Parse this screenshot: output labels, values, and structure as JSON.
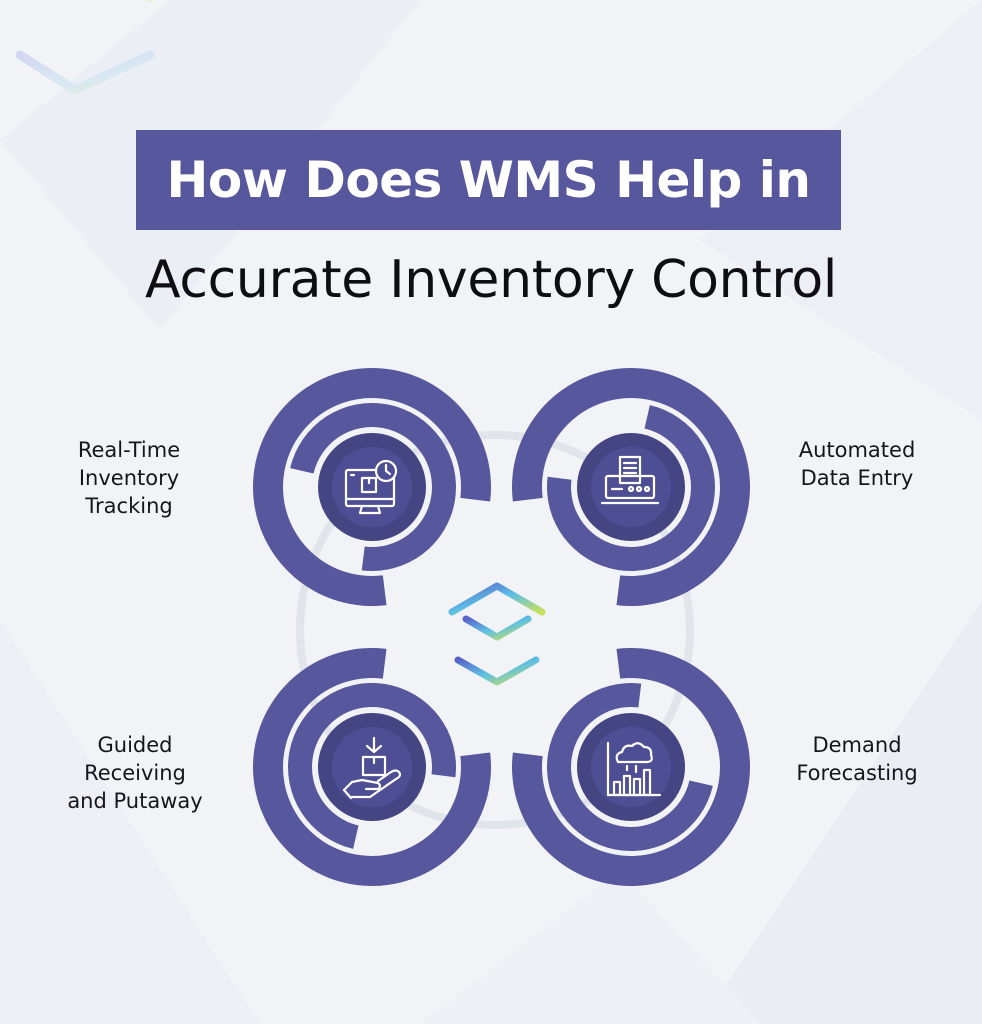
{
  "title": {
    "line1": "How Does WMS Help in",
    "line2": "Accurate Inventory Control"
  },
  "colors": {
    "accent": "#57579e",
    "accent_light": "#4e4e95",
    "inner_dark": "#454584",
    "ring_gray": "#e1e4ea",
    "background": "#f1f3f7"
  },
  "items": [
    {
      "id": "tl",
      "lines": [
        "Real-Time",
        "Inventory",
        "Tracking"
      ],
      "icon": "monitor-clock-icon"
    },
    {
      "id": "tr",
      "lines": [
        "Automated",
        "Data Entry"
      ],
      "icon": "printer-document-icon"
    },
    {
      "id": "bl",
      "lines": [
        "Guided",
        "Receiving",
        "and Putaway"
      ],
      "icon": "hand-box-arrow-icon"
    },
    {
      "id": "br",
      "lines": [
        "Demand",
        "Forecasting"
      ],
      "icon": "cloud-chart-icon"
    }
  ],
  "center_icon": "cube-logo-icon"
}
